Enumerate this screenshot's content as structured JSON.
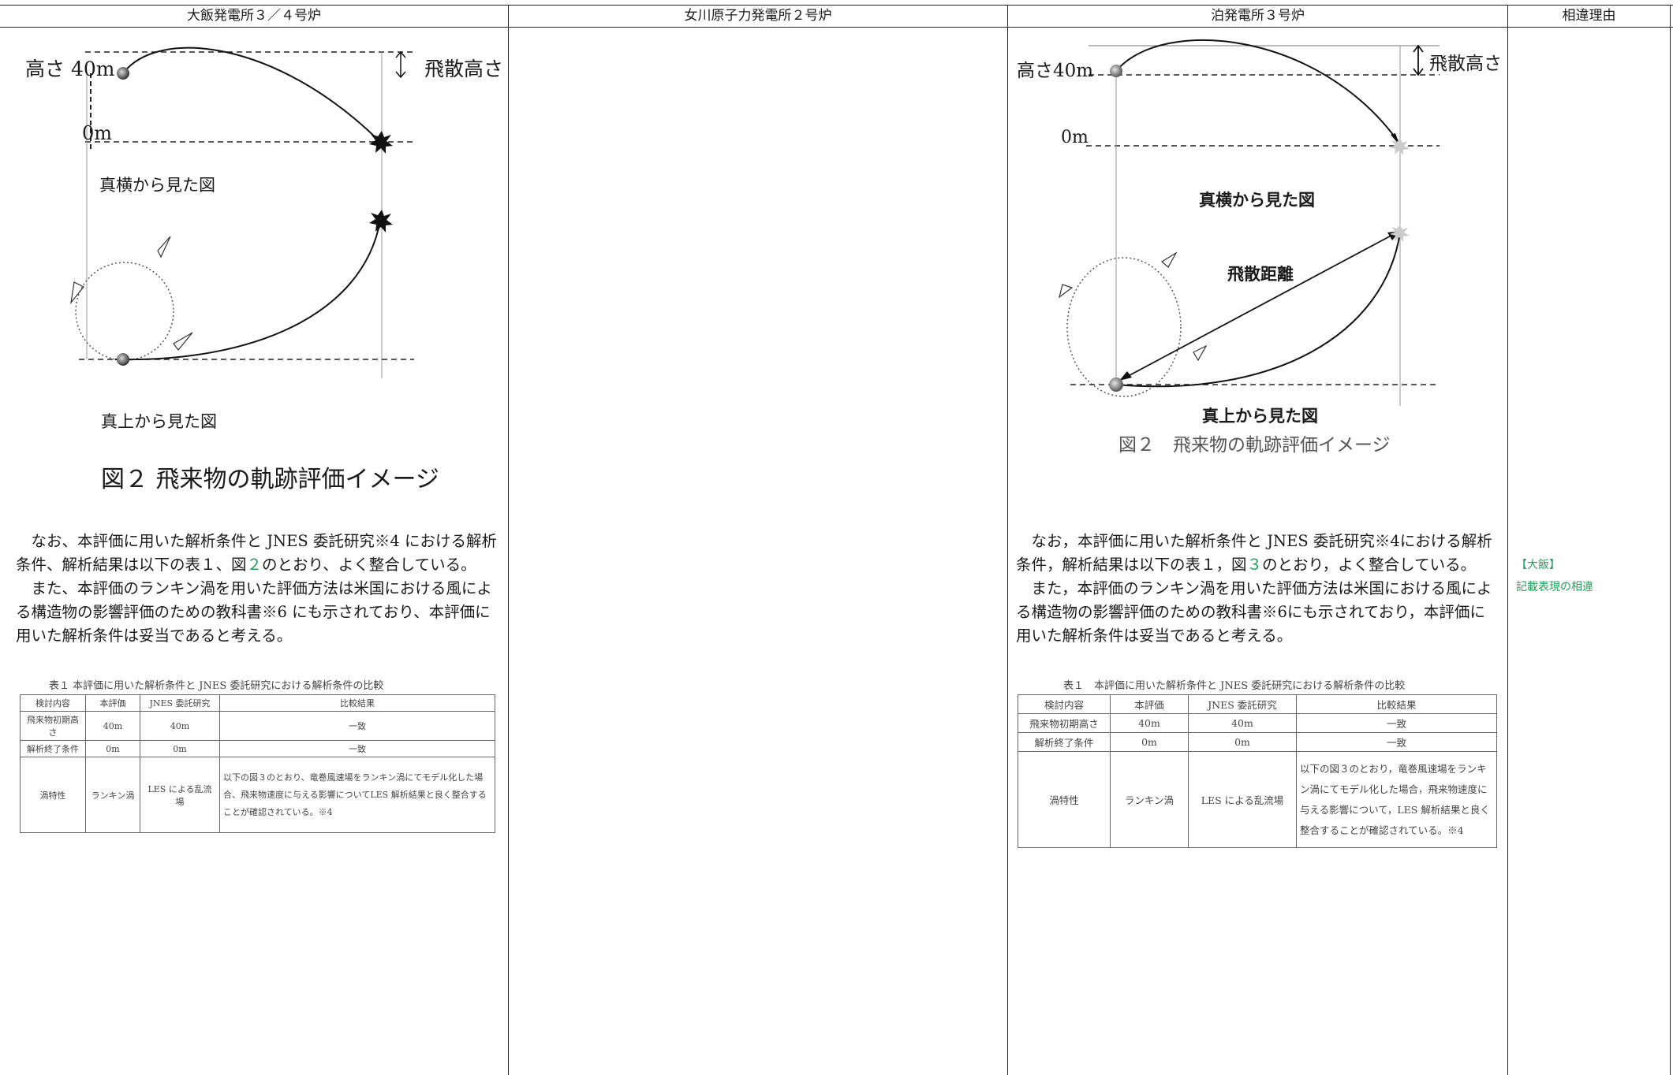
{
  "columns": {
    "ohi": "大飯発電所３／４号炉",
    "onagawa": "女川原子力発電所２号炉",
    "tomari": "泊発電所３号炉",
    "reason": "相違理由"
  },
  "ohi": {
    "fig": {
      "height_label": "高さ 40m",
      "zero_label": "0m",
      "scatter_height": "飛散高さ",
      "side_view": "真横から見た図",
      "top_view": "真上から見た図",
      "caption": "図２ 飛来物の軌跡評価イメージ"
    },
    "para1_a": "　なお、本評価に用いた解析条件と JNES 委託研究※4 における解析条件、解析結果は以下の表１、図",
    "para1_num": "２",
    "para1_b": "のとおり、よく整合している。",
    "para2": "　また、本評価のランキン渦を用いた評価方法は米国における風による構造物の影響評価のための教科書※6 にも示されており、本評価に用いた解析条件は妥当であると考える。",
    "table_caption": "表１ 本評価に用いた解析条件と JNES 委託研究における解析条件の比較",
    "table": {
      "headers": [
        "検討内容",
        "本評価",
        "JNES 委託研究",
        "比較結果"
      ],
      "rows": [
        [
          "飛来物初期高さ",
          "40m",
          "40m",
          "一致"
        ],
        [
          "解析終了条件",
          "0m",
          "0m",
          "一致"
        ],
        [
          "渦特性",
          "ランキン渦",
          "LES による乱流場",
          "以下の図３のとおり、竜巻風速場をランキン渦にてモデル化した場合、飛来物速度に与える影響についてLES 解析結果と良く整合することが確認されている。※4"
        ]
      ]
    }
  },
  "tomari": {
    "fig": {
      "height_label": "高さ40m",
      "zero_label": "0m",
      "scatter_height": "飛散高さ",
      "side_view": "真横から見た図",
      "scatter_distance": "飛散距離",
      "top_view": "真上から見た図",
      "caption": "図２　飛来物の軌跡評価イメージ"
    },
    "para1_a": "　なお，本評価に用いた解析条件と JNES 委託研究※4における解析条件，解析結果は以下の表１，図",
    "para1_num": "３",
    "para1_b": "のとおり，よく整合している。",
    "para2": "　また，本評価のランキン渦を用いた評価方法は米国における風による構造物の影響評価のための教科書※6にも示されており，本評価に用いた解析条件は妥当であると考える。",
    "table_caption": "表１　本評価に用いた解析条件と JNES 委託研究における解析条件の比較",
    "table": {
      "headers": [
        "検討内容",
        "本評価",
        "JNES 委託研究",
        "比較結果"
      ],
      "rows": [
        [
          "飛来物初期高さ",
          "40m",
          "40m",
          "一致"
        ],
        [
          "解析終了条件",
          "0m",
          "0m",
          "一致"
        ],
        [
          "渦特性",
          "ランキン渦",
          "LES による乱流場",
          "以下の図３のとおり，竜巻風速場をランキン渦にてモデル化した場合，飛来物速度に与える影響について，LES 解析結果と良く整合することが確認されている。※4"
        ]
      ]
    }
  },
  "reason": {
    "tag": "【大飯】",
    "text": "記載表現の相違"
  },
  "colors": {
    "green_accent": "#22a05a",
    "rule": "#222222"
  }
}
